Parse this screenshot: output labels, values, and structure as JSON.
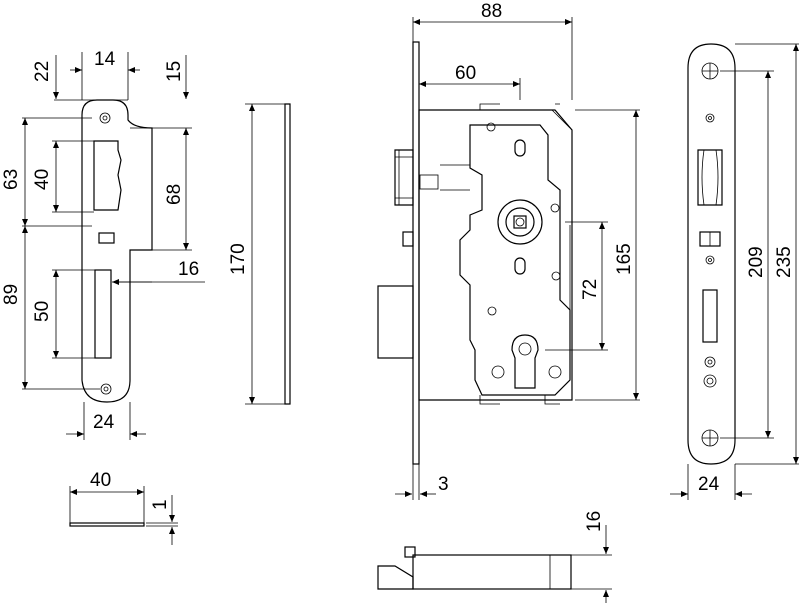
{
  "labels": {
    "d22": "22",
    "d14": "14",
    "d15": "15",
    "d63": "63",
    "d40v": "40",
    "d68": "68",
    "d16a": "16",
    "d170": "170",
    "d89": "89",
    "d50": "50",
    "d24a": "24",
    "d40h": "40",
    "d1": "1",
    "d88": "88",
    "d60": "60",
    "d165": "165",
    "d72": "72",
    "d3": "3",
    "d16b": "16",
    "d209": "209",
    "d235": "235",
    "d24b": "24"
  }
}
